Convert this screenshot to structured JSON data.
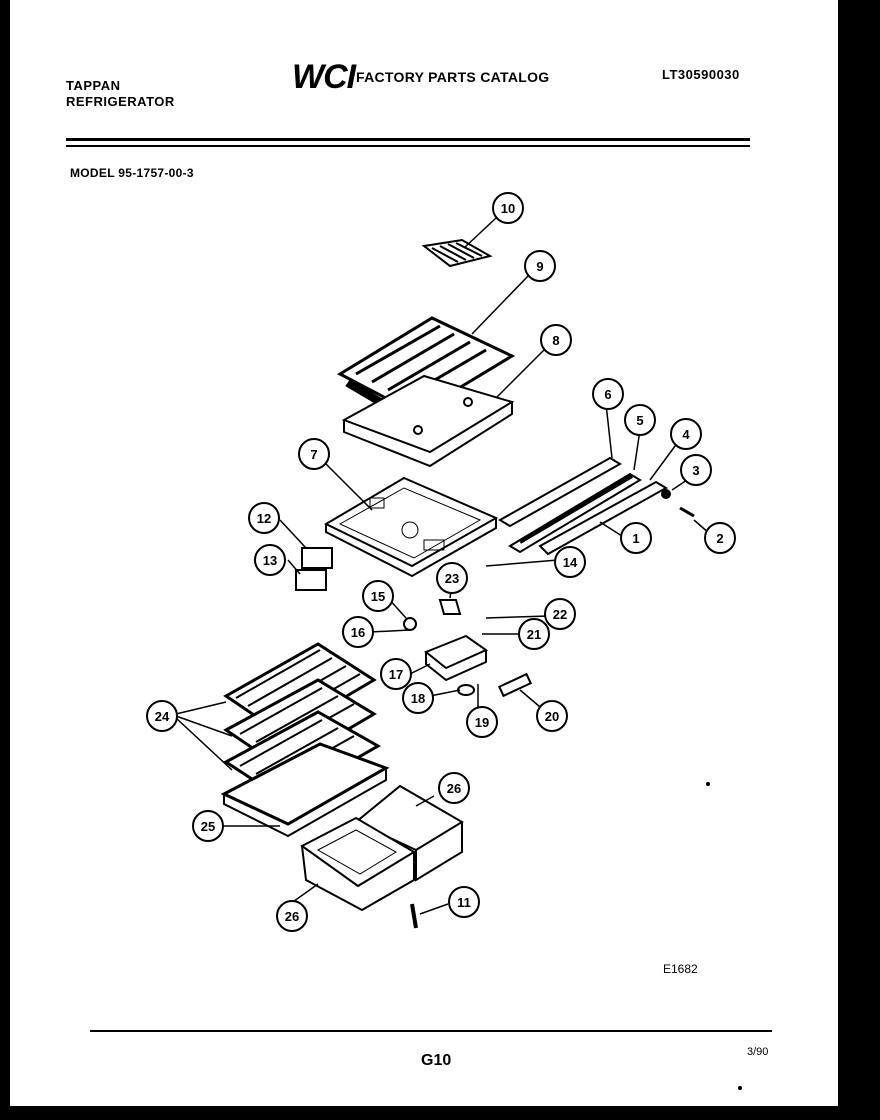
{
  "header": {
    "brand_line1": "TAPPAN",
    "brand_line2": "REFRIGERATOR",
    "logo_text": "WCI",
    "catalog_title": "FACTORY PARTS CATALOG",
    "catalog_number": "LT30590030"
  },
  "model_label": "MODEL 95-1757-00-3",
  "callouts": [
    "10",
    "9",
    "8",
    "6",
    "5",
    "4",
    "3",
    "2",
    "1",
    "14",
    "7",
    "12",
    "13",
    "23",
    "15",
    "22",
    "16",
    "21",
    "17",
    "18",
    "19",
    "20",
    "24",
    "26",
    "25",
    "26",
    "11"
  ],
  "footer": {
    "diagram_id": "E1682",
    "page_number": "G10",
    "date": "3/90"
  },
  "colors": {
    "ink": "#000000",
    "paper": "#ffffff",
    "border": "#000000"
  }
}
